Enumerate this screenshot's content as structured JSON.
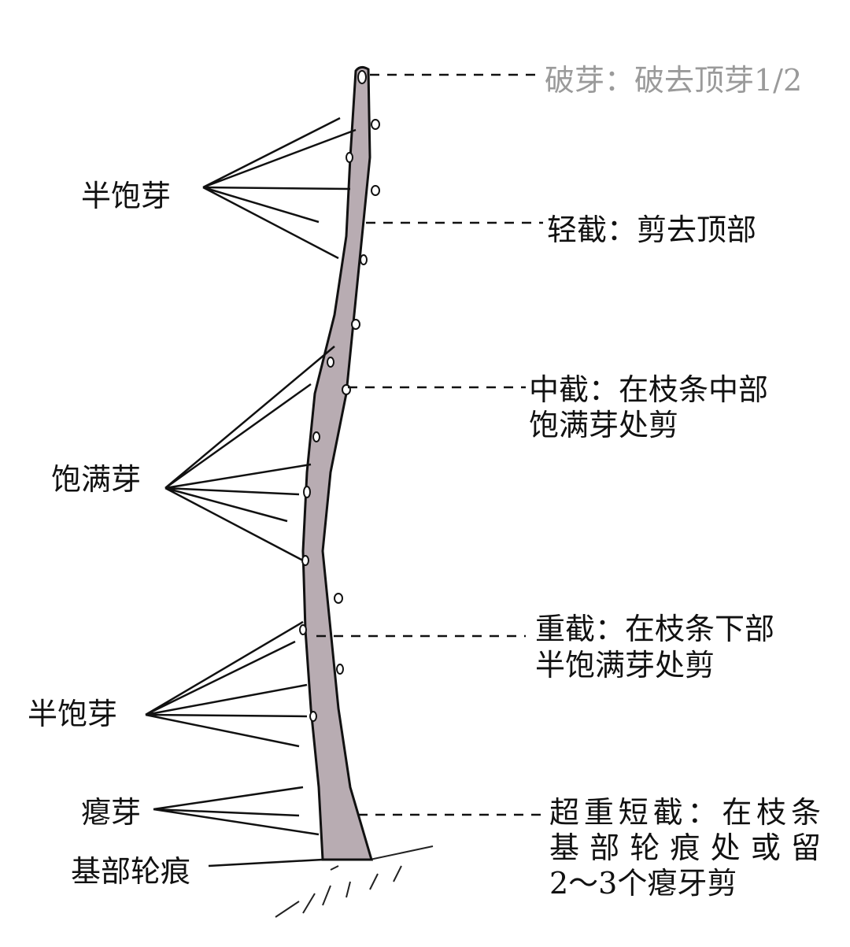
{
  "right_labels": {
    "po_ya": {
      "lines": [
        "破芽：破去顶芽1/2"
      ]
    },
    "qing_jie": {
      "lines": [
        "轻截：剪去顶部"
      ]
    },
    "zhong_jie": {
      "lines": [
        "中截：在枝条中部",
        "饱满芽处剪"
      ]
    },
    "zhong_jie_heavy": {
      "lines": [
        "重截：在枝条下部",
        "半饱满芽处剪"
      ]
    },
    "chao_zhong": {
      "lines": [
        "超重短截：在枝条",
        "基部轮痕处或留",
        "2～3个瘪牙剪"
      ]
    }
  },
  "left_labels": {
    "ban_bao_top": "半饱芽",
    "bao_man": "饱满芽",
    "ban_bao_bottom": "半饱芽",
    "bie_ya": "瘪芽",
    "ji_bu": "基部轮痕"
  },
  "colors": {
    "branch": "#b8acb2",
    "outline": "#111111",
    "faded_text": "#9a9a9a"
  }
}
